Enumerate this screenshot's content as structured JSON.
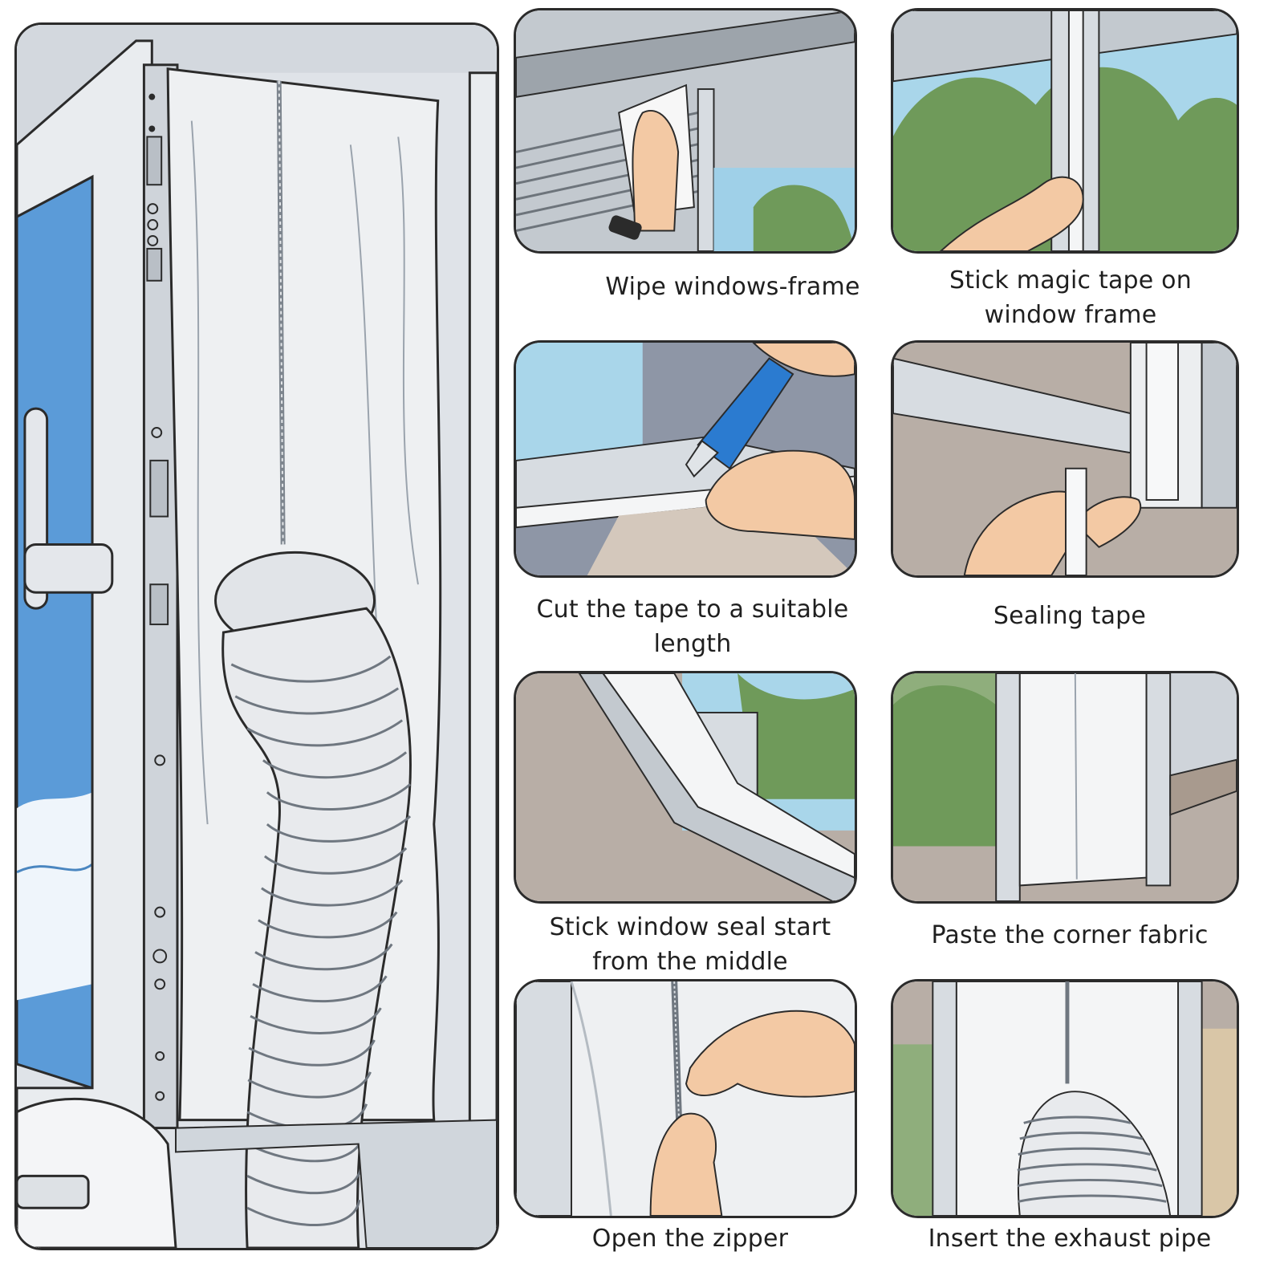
{
  "steps": [
    {
      "line1": "Wipe windows-frame",
      "line2": ""
    },
    {
      "line1": "Stick magic tape on",
      "line2": "window frame"
    },
    {
      "line1": "Cut the tape to a suitable",
      "line2": "length"
    },
    {
      "line1": "Sealing tape",
      "line2": ""
    },
    {
      "line1": "Stick window seal start",
      "line2": "from the middle"
    },
    {
      "line1": "Paste the corner fabric",
      "line2": ""
    },
    {
      "line1": "Open the zipper",
      "line2": ""
    },
    {
      "line1": "Insert the exhaust pipe",
      "line2": ""
    }
  ],
  "icons": {
    "main": "window-seal-with-exhaust-hose-illustration",
    "step1": "hand-wiping-window-frame-illustration",
    "step2": "hand-sticking-tape-illustration",
    "step3": "hands-cutting-tape-illustration",
    "step4": "hands-sealing-tape-illustration",
    "step5": "window-seal-illustration",
    "step6": "corner-fabric-illustration",
    "step7": "hands-opening-zipper-illustration",
    "step8": "exhaust-pipe-inserted-illustration"
  },
  "colors": {
    "outline": "#2b2b2b",
    "frame": "#c9cfd6",
    "sky": "#5b9bd8",
    "fabric": "#eef0f2",
    "skin": "#f3c9a4",
    "tree": "#6f9a5a",
    "wall": "#b8aea6"
  }
}
